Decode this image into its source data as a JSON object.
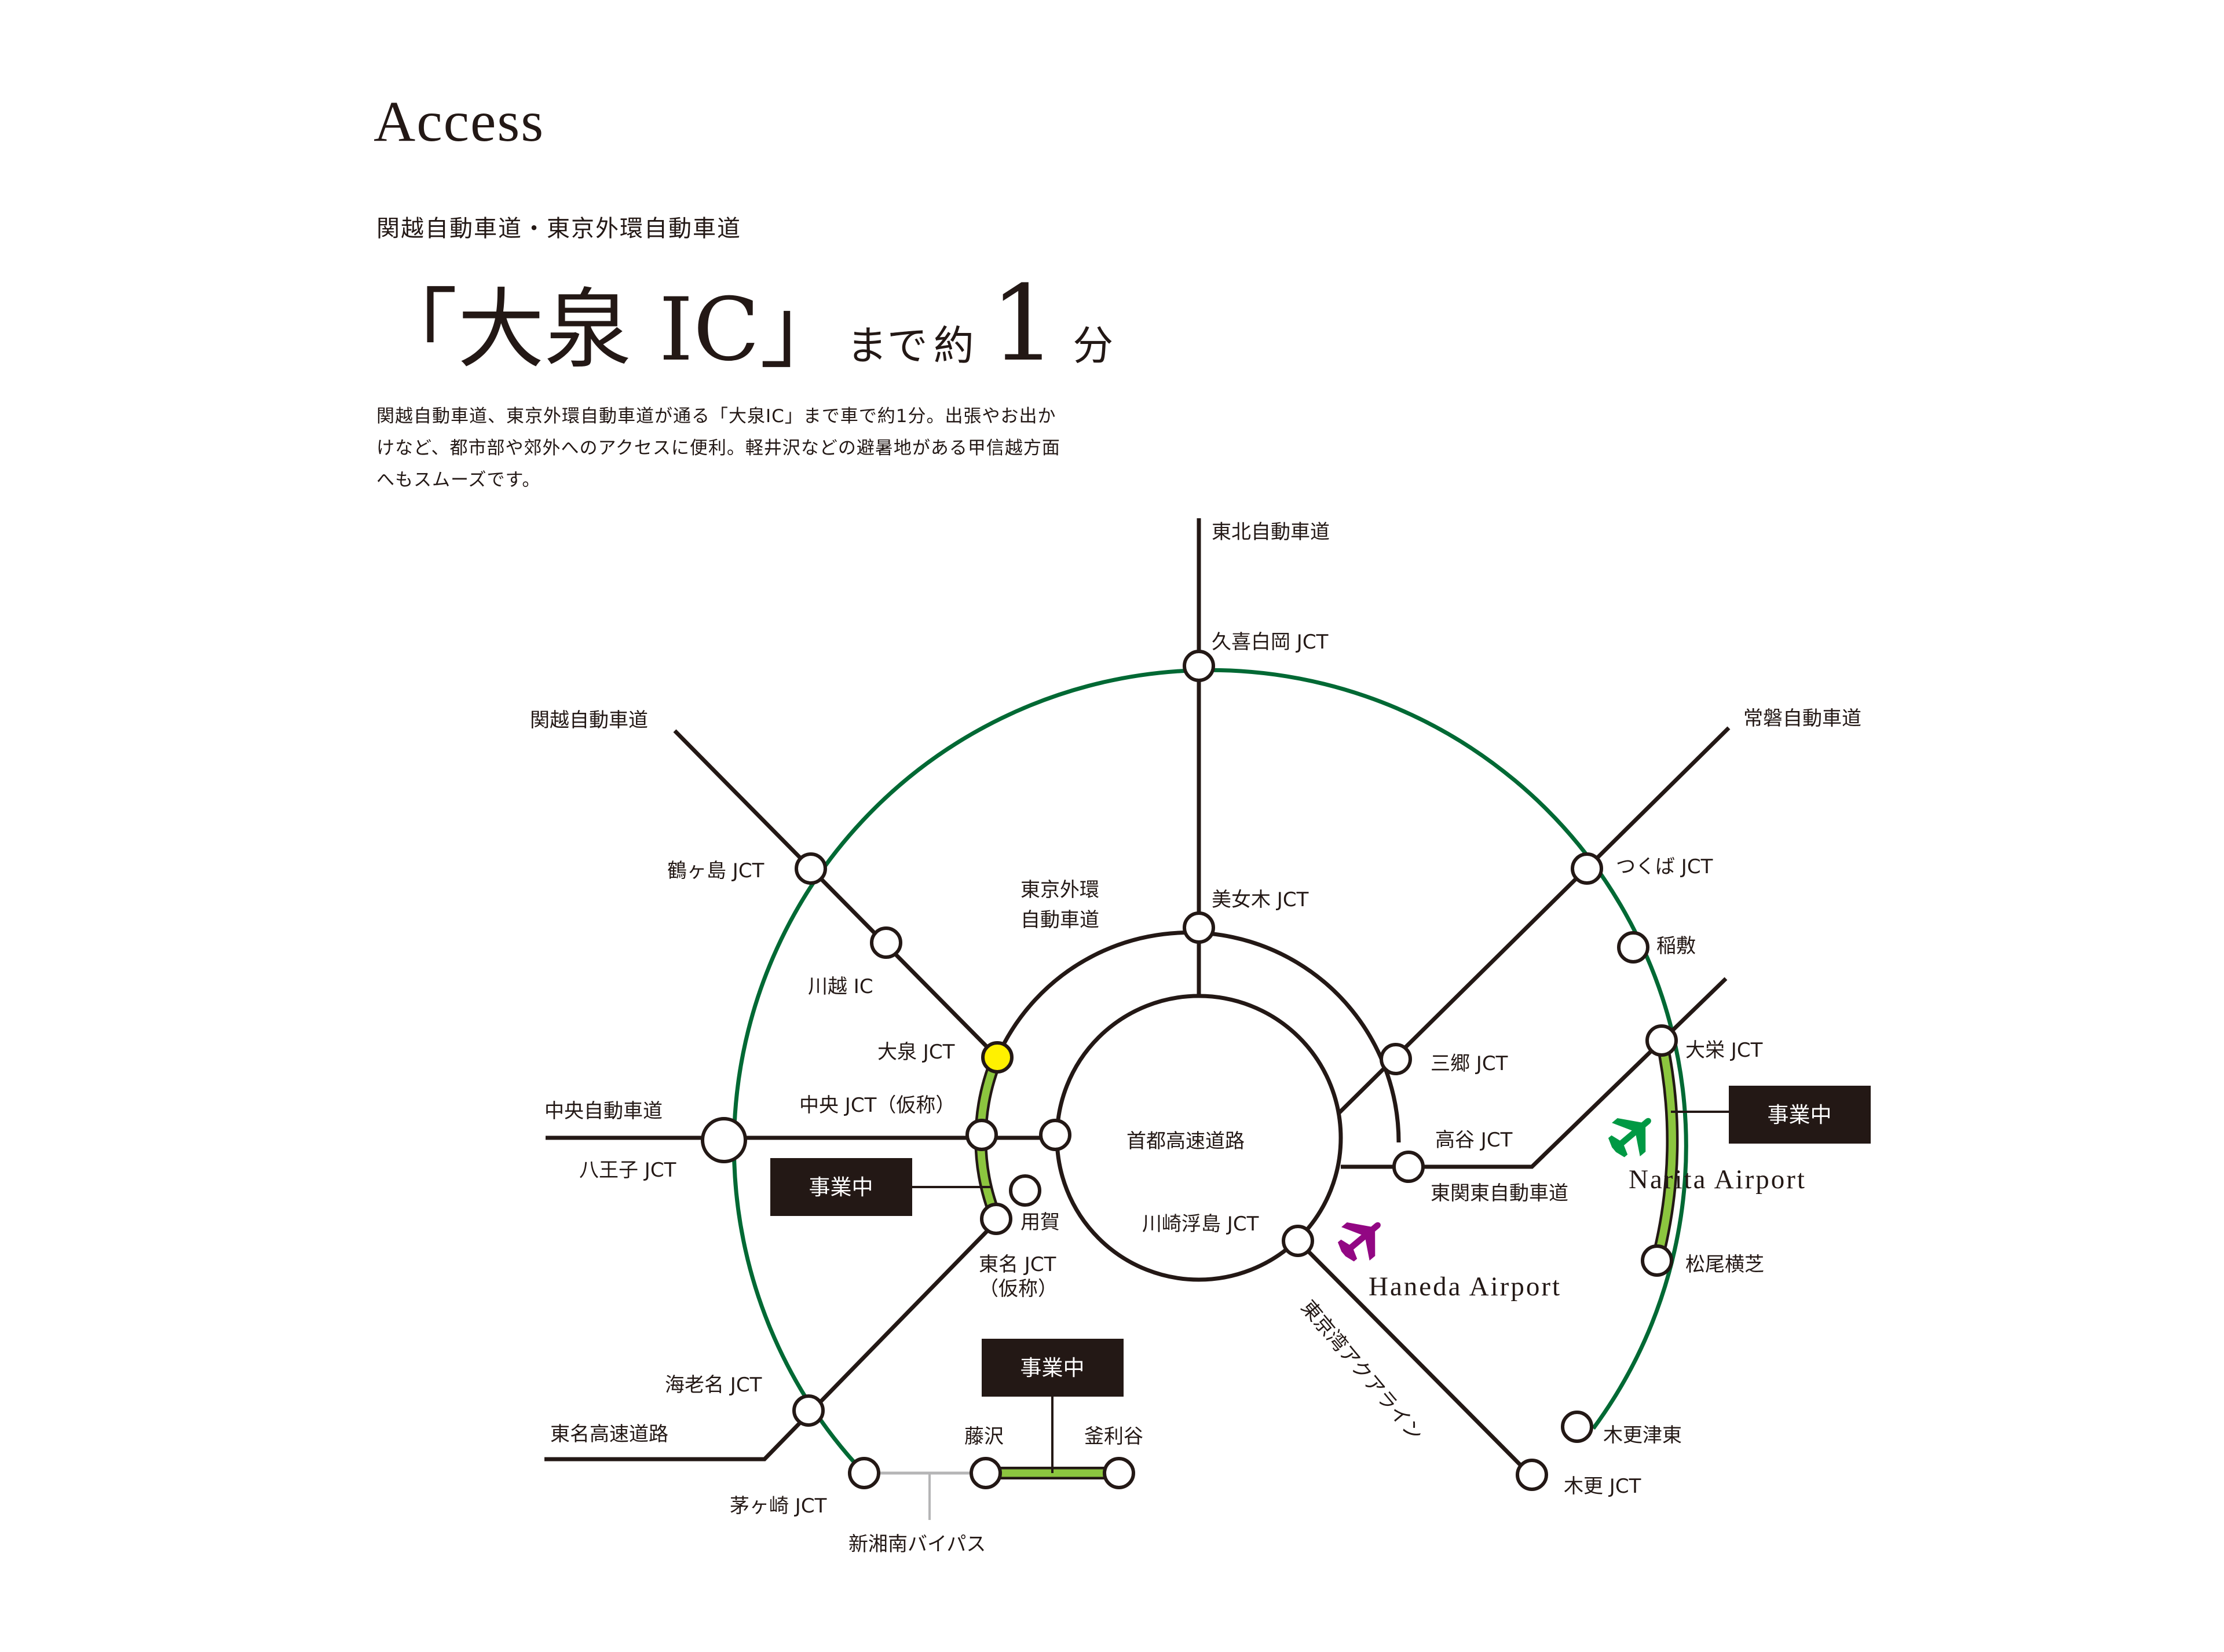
{
  "header": {
    "title": "Access",
    "subtitle": "関越自動車道・東京外環自動車道",
    "headline_main": "「大泉 IC」",
    "headline_made": "まで",
    "headline_yaku": "約",
    "headline_num": "1",
    "headline_unit": "分",
    "body": [
      "関越自動車道、東京外環自動車道が通る「大泉IC」まで車で約1分。出張やお出か",
      "けなど、都市部や郊外へのアクセスに便利。軽井沢などの避暑地がある甲信越方面",
      "へもスムーズです。"
    ]
  },
  "colors": {
    "ink": "#231815",
    "ken_o_line": "#006934",
    "under_construction": "#8cc63f",
    "oizumi_node": "#fff100",
    "narita_plane": "#009944",
    "haneda_plane": "#920783",
    "shin_shonan_line": "#b5b5b6"
  },
  "map": {
    "roads": {
      "tohoku": "東北自動車道",
      "kanetsu": "関越自動車道",
      "joban": "常磐自動車道",
      "chuo": "中央自動車道",
      "tomei": "東名高速道路",
      "gaikan": "東京外環\n自動車道",
      "shuto": "首都高速道路",
      "higashi_kanto": "東関東自動車道",
      "aqualine": "東京湾アクアライン",
      "shin_shonan": "新湘南バイパス"
    },
    "nodes": {
      "kuki": "久喜白岡 JCT",
      "tsurugashima": "鶴ヶ島 JCT",
      "kawagoe": "川越 IC",
      "oizumi": "大泉 JCT",
      "chuo_jct": "中央 JCT（仮称）",
      "hachioji": "八王子 JCT",
      "youga": "用賀",
      "tomei_jct": "東名 JCT\n（仮称）",
      "ebina": "海老名 JCT",
      "chigasaki": "茅ヶ崎 JCT",
      "fujisawa": "藤沢",
      "kamariya": "釜利谷",
      "bijogi": "美女木 JCT",
      "misato": "三郷 JCT",
      "koya": "高谷 JCT",
      "kawasaki_ukishima": "川崎浮島 JCT",
      "tsukuba": "つくば JCT",
      "inashiki": "稲敷",
      "taiei": "大栄 JCT",
      "matsuo_yokoshiba": "松尾横芝",
      "kisarazu_higashi": "木更津東",
      "kisarazu": "木更 JCT"
    },
    "airports": {
      "narita": "Narita Airport",
      "haneda": "Haneda Airport"
    },
    "badges": {
      "gaikan_south": "事業中",
      "ken_o_east": "事業中",
      "ken_o_south": "事業中"
    },
    "icons": {
      "narita": "airplane-icon",
      "haneda": "airplane-icon"
    }
  }
}
